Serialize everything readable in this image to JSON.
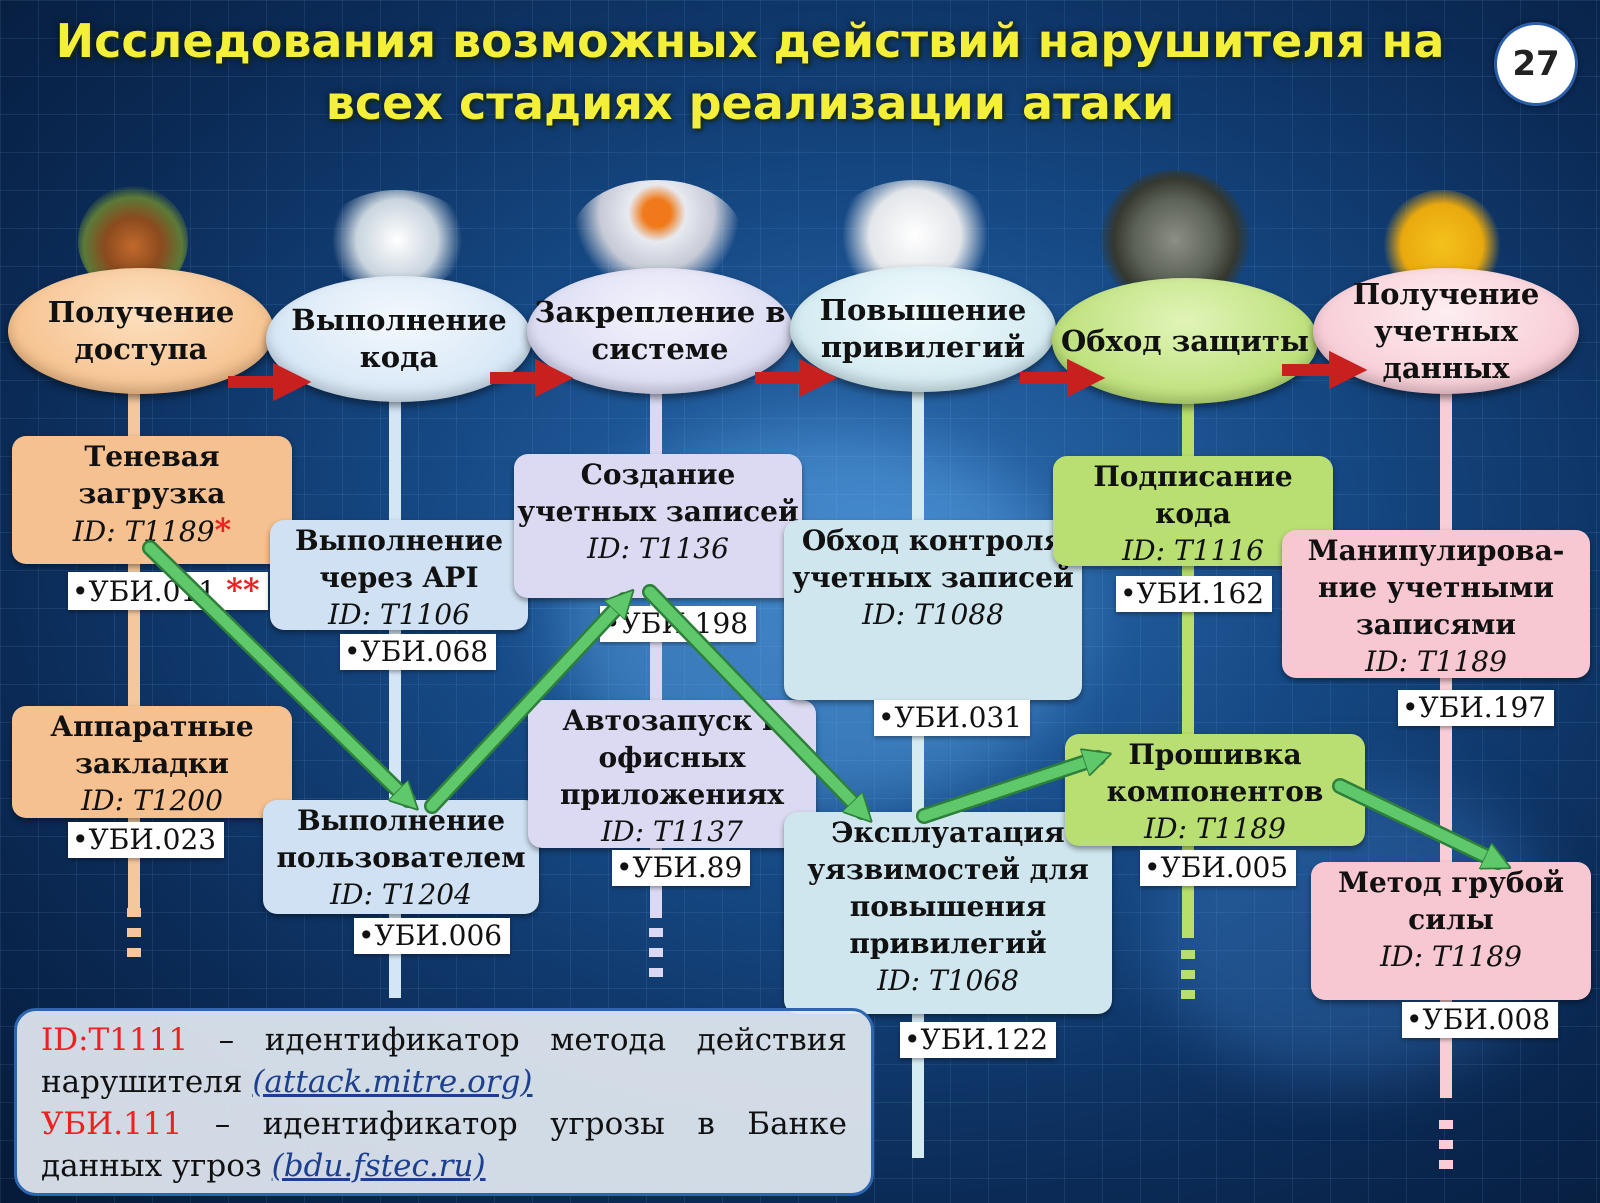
{
  "title": "Исследования возможных действий нарушителя на всех стадиях реализации атаки",
  "slide_number": "27",
  "colors": {
    "title": "#f4f03a",
    "stage_access": "#f6c390",
    "stage_exec": "#d7e7f6",
    "stage_persist": "#dcdcf4",
    "stage_priv": "#d3ebf1",
    "stage_defense": "#bde07a",
    "stage_cred": "#f8cdd6",
    "stage_arrow": "#c8201e",
    "flow_arrow": "#5ec86a",
    "footnote_red": "#ee2020"
  },
  "stages": [
    {
      "label": "Получение доступа"
    },
    {
      "label": "Выполнение кода"
    },
    {
      "label": "Закрепление в системе"
    },
    {
      "label": "Повышение привилегий"
    },
    {
      "label": "Обход защиты"
    },
    {
      "label": "Получение учетных данных"
    }
  ],
  "techniques": [
    {
      "name": "Теневая загрузка",
      "id": "ID: T1189",
      "mark": "*",
      "ubi": "•УБИ.011",
      "ubi_mark": "**"
    },
    {
      "name": "Аппаратные закладки",
      "id": "ID: T1200",
      "ubi": "•УБИ.023"
    },
    {
      "name": "Выполнение через API",
      "id": "ID: T1106",
      "ubi": "•УБИ.068"
    },
    {
      "name": "Выполнение пользователем",
      "id": "ID: T1204",
      "ubi": "•УБИ.006"
    },
    {
      "name": "Создание учетных записей",
      "id": "ID: T1136",
      "ubi": "•УБИ.198"
    },
    {
      "name": "Автозапуск в офисных приложениях",
      "id": "ID: T1137",
      "ubi": "•УБИ.89"
    },
    {
      "name": "Обход контроля учетных записей",
      "id": "ID: T1088",
      "ubi": "•УБИ.031"
    },
    {
      "name": "Эксплуатация уязвимостей для повышения привилегий",
      "id": "ID: T1068",
      "ubi": "•УБИ.122"
    },
    {
      "name": "Подписание кода",
      "id": "ID: T1116",
      "ubi": "•УБИ.162"
    },
    {
      "name": "Прошивка компонентов",
      "id": "ID: T1189",
      "ubi": "•УБИ.005"
    },
    {
      "name": "Манипулирова-ние учетными записями",
      "id": "ID: T1189",
      "ubi": "•УБИ.197"
    },
    {
      "name": "Метод грубой силы",
      "id": "ID: T1189",
      "ubi": "•УБИ.008"
    }
  ],
  "legend": {
    "line1_key": "ID:T1111",
    "line1_words": [
      "–",
      "идентификатор",
      "метода",
      "действия"
    ],
    "line1_cont": "нарушителя",
    "line1_link": "(attack.mitre.org)",
    "line2_key": "УБИ.111",
    "line2_words": [
      "–",
      "идентификатор",
      "угрозы",
      "в",
      "Банке"
    ],
    "line2_cont": "данных угроз",
    "line2_link": "(bdu.fstec.ru)"
  }
}
